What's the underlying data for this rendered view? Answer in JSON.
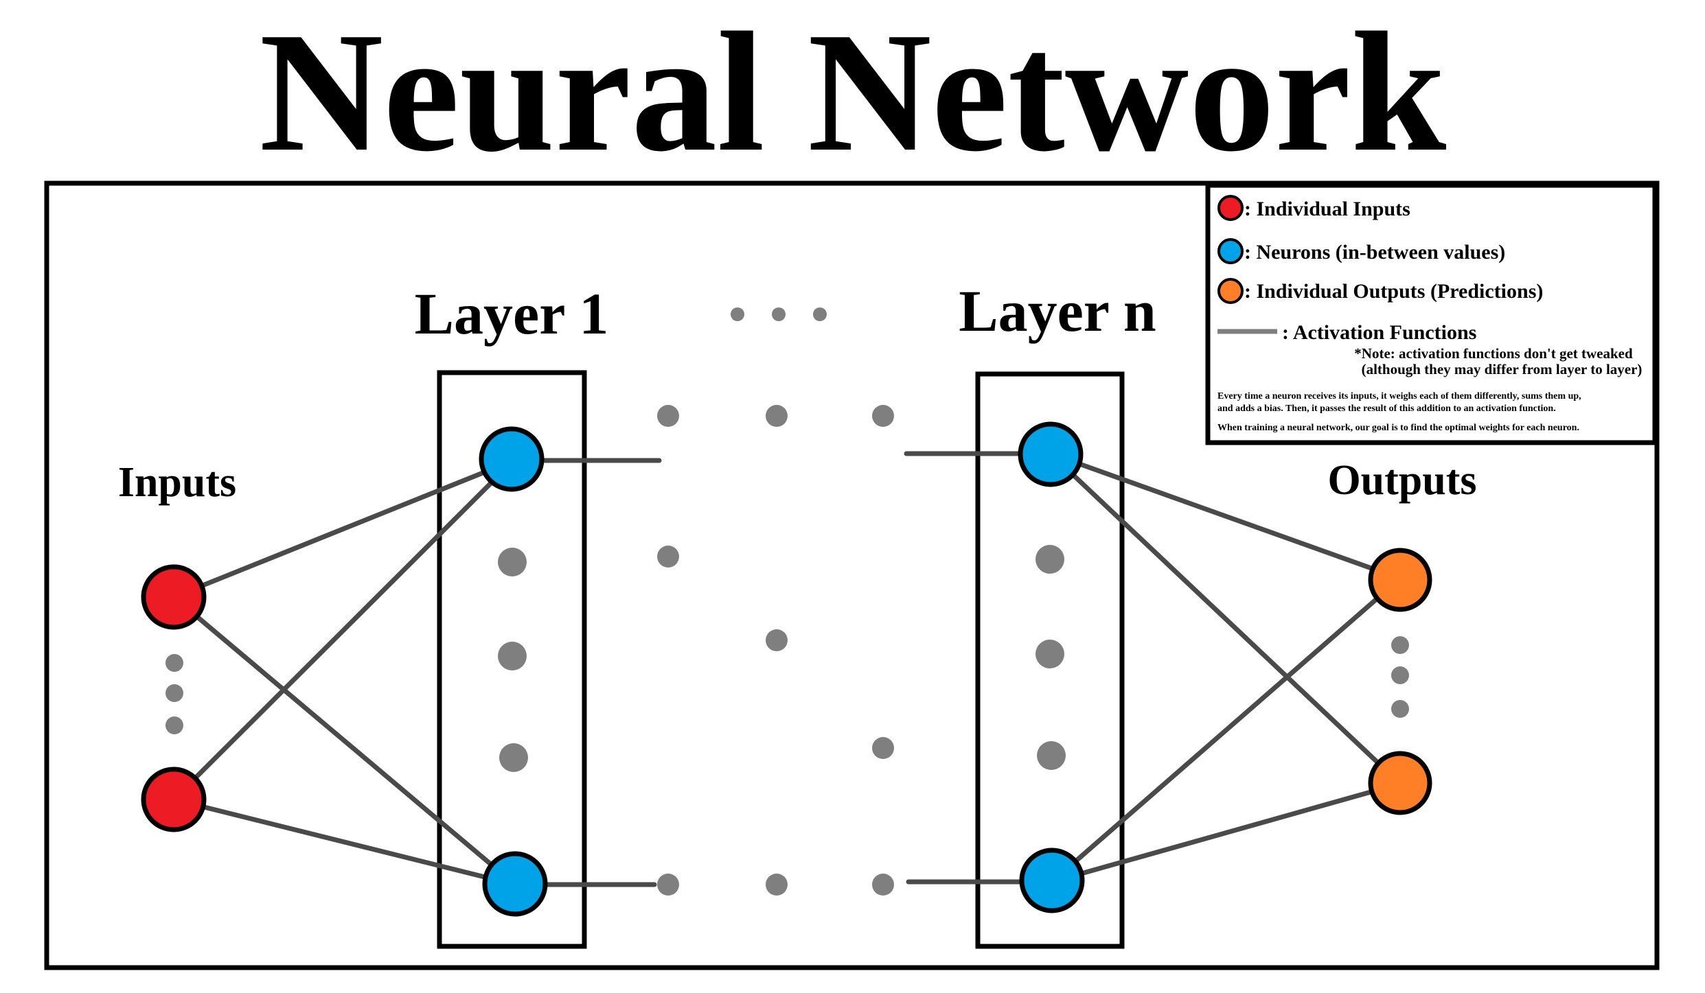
{
  "title": "Neural Network",
  "labels": {
    "layer_first": "Layer 1",
    "layer_last": "Layer n",
    "inputs": "Inputs",
    "outputs": "Outputs"
  },
  "legend": {
    "input_entry": ": Individual Inputs",
    "neuron_entry": ": Neurons (in-between values)",
    "output_entry": ": Individual Outputs (Predictions)",
    "activation_entry": ":  Activation Functions",
    "note_line_1": "*Note: activation functions don't get tweaked",
    "note_line_2": "(although they may differ from layer to layer)",
    "para_line_1": "Every time a neuron receives its inputs, it weighs each of them differently, sums them up,",
    "para_line_2": "and adds a bias. Then, it passes the result of this addition to an activation function.",
    "para_line_3": "When training a neural network, our goal is to find the optimal weights for each neuron."
  },
  "colors": {
    "input": "#ed1c24",
    "neuron": "#00a2e8",
    "output": "#ff7f27",
    "edge": "#4a4a4a",
    "dots": "#7f7f7f",
    "border": "#000000"
  }
}
